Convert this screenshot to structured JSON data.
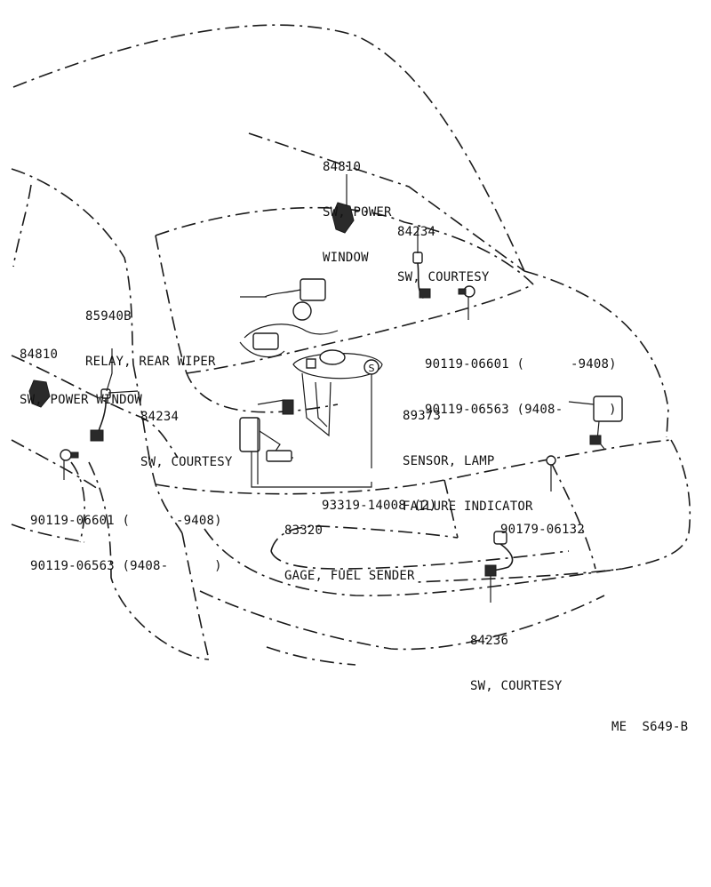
{
  "diagram_id": "ME  S649-B",
  "callouts": [
    {
      "id": "sw-power-window-top",
      "part_no": "84810",
      "name_lines": [
        "SW, POWER",
        "WINDOW"
      ]
    },
    {
      "id": "sw-courtesy-top",
      "part_no": "84234",
      "name_lines": [
        "SW, COURTESY"
      ]
    },
    {
      "id": "relay-rear-wiper",
      "part_no": "85940B",
      "name_lines": [
        "RELAY, REAR WIPER"
      ]
    },
    {
      "id": "sw-power-window-left",
      "part_no": "84810",
      "name_lines": [
        "SW, POWER WINDOW"
      ]
    },
    {
      "id": "sw-courtesy-left",
      "part_no": "84234",
      "name_lines": [
        "SW, COURTESY"
      ]
    },
    {
      "id": "sensor-lamp-failure",
      "part_no": "89373",
      "name_lines": [
        "SENSOR, LAMP",
        "FAILURE INDICATOR"
      ]
    },
    {
      "id": "gage-fuel-sender",
      "part_no": "83320",
      "name_lines": [
        "GAGE, FUEL SENDER"
      ]
    },
    {
      "id": "sw-courtesy-rear",
      "part_no": "84236",
      "name_lines": [
        "SW, COURTESY"
      ]
    }
  ],
  "bolt_notes": [
    {
      "id": "bolt-right",
      "lines": [
        "90119-06601 (      -9408)",
        "90119-06563 (9408-      )"
      ]
    },
    {
      "id": "bolt-left",
      "lines": [
        "90119-06601 (      -9408)",
        "90119-06563 (9408-      )"
      ]
    },
    {
      "id": "screw-fuel",
      "lines": [
        "93319-14008 (2)"
      ]
    },
    {
      "id": "nut-sensor",
      "lines": [
        "90179-06132"
      ]
    }
  ],
  "symbol_s": "S"
}
